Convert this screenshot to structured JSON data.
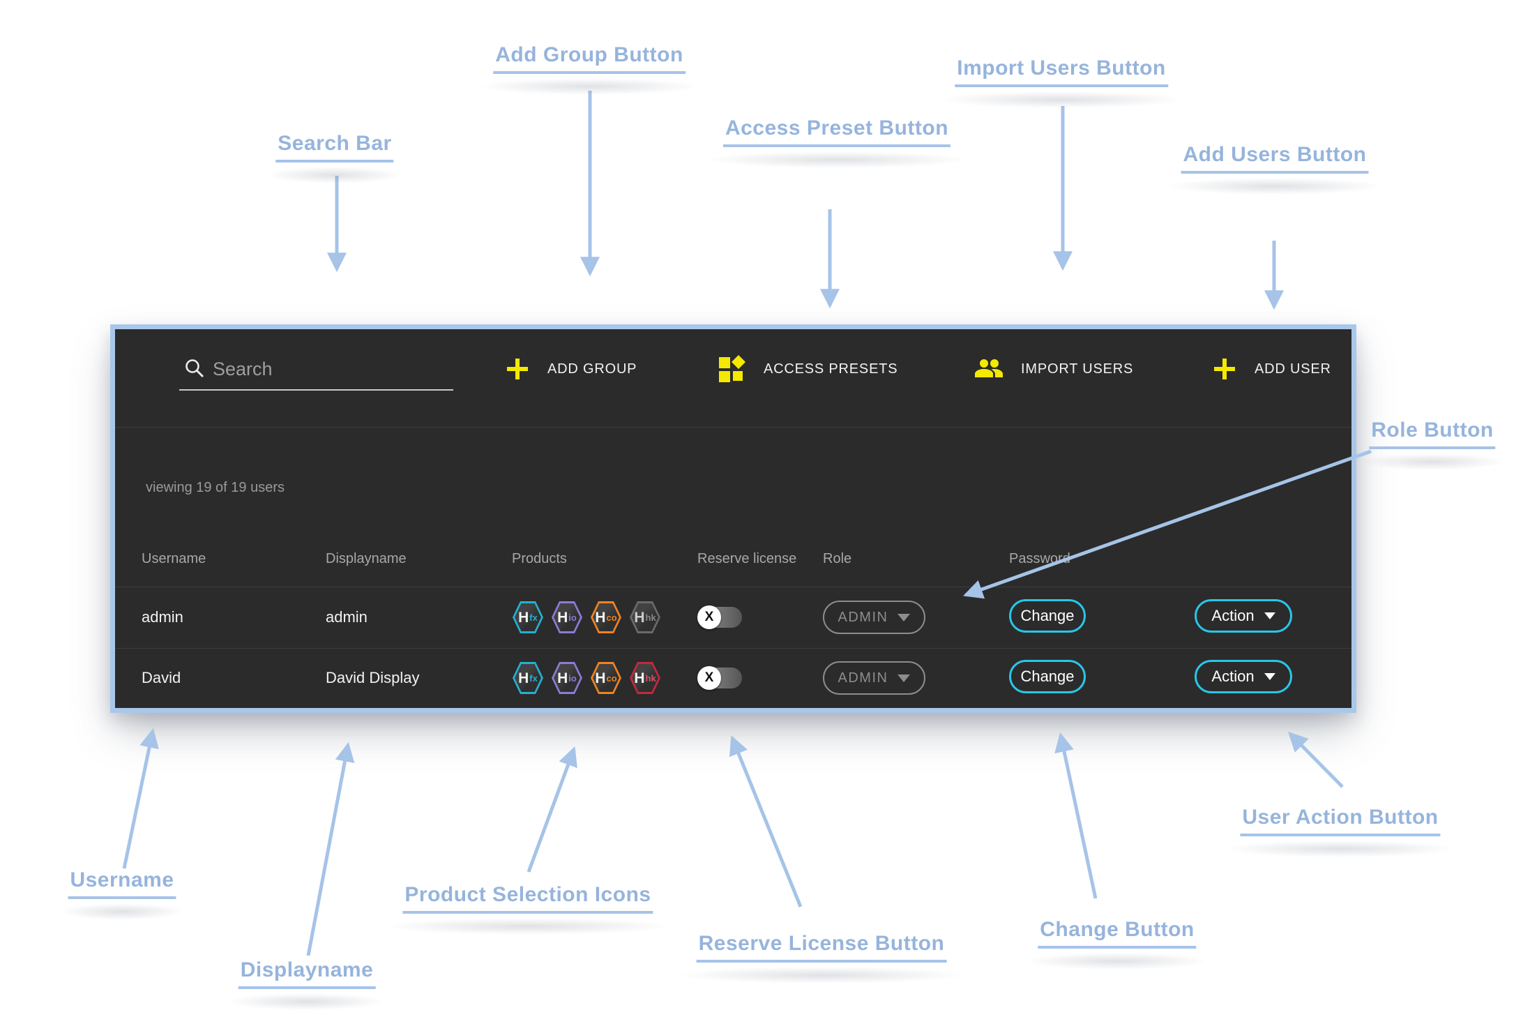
{
  "panel": {
    "search": {
      "placeholder": "Search"
    },
    "toolbar": {
      "add_group": "ADD GROUP",
      "access_presets": "ACCESS PRESETS",
      "import_users": "IMPORT USERS",
      "add_user": "ADD USER"
    },
    "status": "viewing 19 of 19 users",
    "table": {
      "headers": {
        "username": "Username",
        "displayname": "Displayname",
        "products": "Products",
        "reserve": "Reserve license",
        "role": "Role",
        "password": "Password"
      },
      "rows": [
        {
          "username": "admin",
          "displayname": "admin",
          "products": [
            {
              "name": "Hfx",
              "h": "H",
              "sub": "fx"
            },
            {
              "name": "Hio",
              "h": "H",
              "sub": "io"
            },
            {
              "name": "Hco",
              "h": "H",
              "sub": "co"
            },
            {
              "name": "Hhk",
              "h": "H",
              "sub": "hk"
            }
          ],
          "reserve_license": {
            "knob": "X",
            "on": false
          },
          "role": "ADMIN",
          "password_action": "Change",
          "action": "Action"
        },
        {
          "username": "David",
          "displayname": "David Display",
          "products": [
            {
              "name": "Hfx",
              "h": "H",
              "sub": "fx"
            },
            {
              "name": "Hio",
              "h": "H",
              "sub": "io"
            },
            {
              "name": "Hco",
              "h": "H",
              "sub": "co"
            },
            {
              "name": "Hhk",
              "h": "H",
              "sub": "hk"
            }
          ],
          "reserve_license": {
            "knob": "X",
            "on": false
          },
          "role": "ADMIN",
          "password_action": "Change",
          "action": "Action"
        }
      ]
    }
  },
  "annotations": {
    "search_bar": "Search Bar",
    "add_group": "Add Group Button",
    "access_preset": "Access Preset Button",
    "import_users": "Import Users Button",
    "add_users": "Add Users Button",
    "role": "Role Button",
    "username": "Username",
    "displayname": "Displayname",
    "products": "Product Selection Icons",
    "reserve": "Reserve License Button",
    "change": "Change Button",
    "user_action": "User Action Button"
  },
  "colors": {
    "accent_yellow": "#f4e900",
    "accent_cyan": "#29c6e8",
    "annotation_blue": "#96b4dc",
    "panel_border": "#a9c7e9",
    "product_fx": "#25b0d0",
    "product_io": "#8f7ad6",
    "product_co": "#ef8322",
    "product_hk_disabled": "#6a6a6a",
    "product_hk_active": "#c4293d"
  }
}
